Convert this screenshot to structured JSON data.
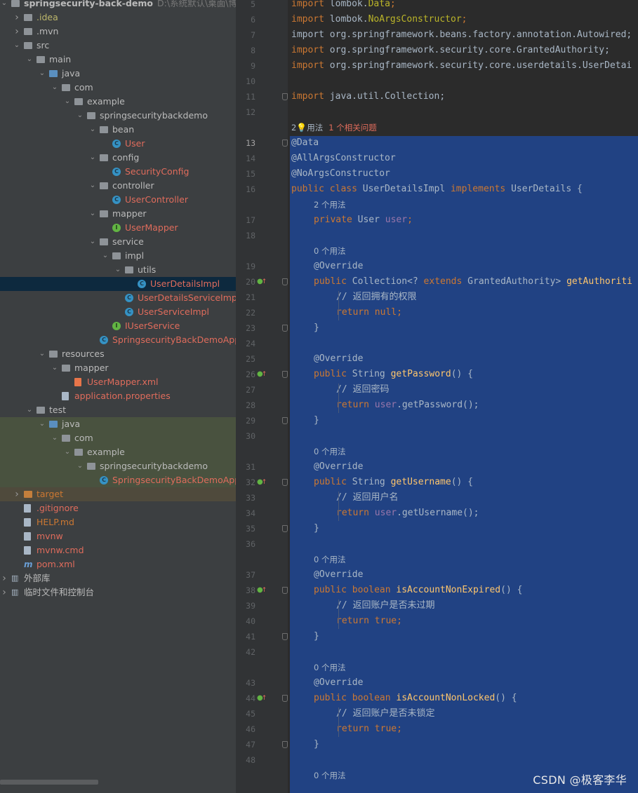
{
  "tree": {
    "items": [
      {
        "label": "springsecurity-back-demo",
        "path": "D:\\系统默认\\桌面\\博客代",
        "depth": 0,
        "arrow": "⌄",
        "icon": "folder",
        "color": "def",
        "bold": true
      },
      {
        "label": ".idea",
        "depth": 1,
        "arrow": "›",
        "icon": "folder",
        "color": "yellow"
      },
      {
        "label": ".mvn",
        "depth": 1,
        "arrow": "›",
        "icon": "folder",
        "color": "def"
      },
      {
        "label": "src",
        "depth": 1,
        "arrow": "⌄",
        "icon": "folder",
        "color": "def"
      },
      {
        "label": "main",
        "depth": 2,
        "arrow": "⌄",
        "icon": "folder",
        "color": "def"
      },
      {
        "label": "java",
        "depth": 3,
        "arrow": "⌄",
        "icon": "folder-blue",
        "color": "def"
      },
      {
        "label": "com",
        "depth": 4,
        "arrow": "⌄",
        "icon": "folder",
        "color": "def"
      },
      {
        "label": "example",
        "depth": 5,
        "arrow": "⌄",
        "icon": "folder",
        "color": "def"
      },
      {
        "label": "springsecuritybackdemo",
        "depth": 6,
        "arrow": "⌄",
        "icon": "folder",
        "color": "def"
      },
      {
        "label": "bean",
        "depth": 7,
        "arrow": "⌄",
        "icon": "folder",
        "color": "def"
      },
      {
        "label": "User",
        "depth": 8,
        "arrow": "",
        "icon": "class",
        "color": "red"
      },
      {
        "label": "config",
        "depth": 7,
        "arrow": "⌄",
        "icon": "folder",
        "color": "def"
      },
      {
        "label": "SecurityConfig",
        "depth": 8,
        "arrow": "",
        "icon": "class",
        "color": "red"
      },
      {
        "label": "controller",
        "depth": 7,
        "arrow": "⌄",
        "icon": "folder",
        "color": "def"
      },
      {
        "label": "UserController",
        "depth": 8,
        "arrow": "",
        "icon": "class",
        "color": "red"
      },
      {
        "label": "mapper",
        "depth": 7,
        "arrow": "⌄",
        "icon": "folder",
        "color": "def"
      },
      {
        "label": "UserMapper",
        "depth": 8,
        "arrow": "",
        "icon": "interface",
        "color": "red"
      },
      {
        "label": "service",
        "depth": 7,
        "arrow": "⌄",
        "icon": "folder",
        "color": "def"
      },
      {
        "label": "impl",
        "depth": 8,
        "arrow": "⌄",
        "icon": "folder",
        "color": "def"
      },
      {
        "label": "utils",
        "depth": 9,
        "arrow": "⌄",
        "icon": "folder",
        "color": "def"
      },
      {
        "label": "UserDetailsImpl",
        "depth": 10,
        "arrow": "",
        "icon": "class",
        "color": "red",
        "selected": true
      },
      {
        "label": "UserDetailsServiceImpl",
        "depth": 9,
        "arrow": "",
        "icon": "class",
        "color": "red"
      },
      {
        "label": "UserServiceImpl",
        "depth": 9,
        "arrow": "",
        "icon": "class",
        "color": "red"
      },
      {
        "label": "IUserService",
        "depth": 8,
        "arrow": "",
        "icon": "interface",
        "color": "red"
      },
      {
        "label": "SpringsecurityBackDemoAppli",
        "depth": 7,
        "arrow": "",
        "icon": "class",
        "color": "red"
      },
      {
        "label": "resources",
        "depth": 3,
        "arrow": "⌄",
        "icon": "folder-res",
        "color": "def"
      },
      {
        "label": "mapper",
        "depth": 4,
        "arrow": "⌄",
        "icon": "folder",
        "color": "def"
      },
      {
        "label": "UserMapper.xml",
        "depth": 5,
        "arrow": "",
        "icon": "xml",
        "color": "red"
      },
      {
        "label": "application.properties",
        "depth": 4,
        "arrow": "",
        "icon": "file",
        "color": "red"
      },
      {
        "label": "test",
        "depth": 2,
        "arrow": "⌄",
        "icon": "folder",
        "color": "def"
      },
      {
        "label": "java",
        "depth": 3,
        "arrow": "⌄",
        "icon": "folder-blue",
        "color": "def",
        "bg": "green"
      },
      {
        "label": "com",
        "depth": 4,
        "arrow": "⌄",
        "icon": "folder",
        "color": "def",
        "bg": "green"
      },
      {
        "label": "example",
        "depth": 5,
        "arrow": "⌄",
        "icon": "folder",
        "color": "def",
        "bg": "green"
      },
      {
        "label": "springsecuritybackdemo",
        "depth": 6,
        "arrow": "⌄",
        "icon": "folder",
        "color": "def",
        "bg": "green"
      },
      {
        "label": "SpringsecurityBackDemoAppli",
        "depth": 7,
        "arrow": "",
        "icon": "class",
        "color": "red",
        "bg": "green"
      },
      {
        "label": "target",
        "depth": 1,
        "arrow": "›",
        "icon": "folder-orange",
        "color": "orange",
        "bg": "olive"
      },
      {
        "label": ".gitignore",
        "depth": 1,
        "arrow": "",
        "icon": "file",
        "color": "red"
      },
      {
        "label": "HELP.md",
        "depth": 1,
        "arrow": "",
        "icon": "file",
        "color": "orange"
      },
      {
        "label": "mvnw",
        "depth": 1,
        "arrow": "",
        "icon": "file",
        "color": "red"
      },
      {
        "label": "mvnw.cmd",
        "depth": 1,
        "arrow": "",
        "icon": "file",
        "color": "red"
      },
      {
        "label": "pom.xml",
        "depth": 1,
        "arrow": "",
        "icon": "maven",
        "color": "red"
      },
      {
        "label": "外部库",
        "depth": 0,
        "arrow": "›",
        "icon": "library",
        "color": "def"
      },
      {
        "label": "临时文件和控制台",
        "depth": 0,
        "arrow": "›",
        "icon": "library",
        "color": "def"
      }
    ]
  },
  "editor": {
    "line_numbers": [
      "5",
      "6",
      "7",
      "8",
      "9",
      "10",
      "11",
      "12",
      "13",
      "14",
      "15",
      "16",
      "17",
      "18",
      "19",
      "20",
      "21",
      "22",
      "23",
      "24",
      "25",
      "26",
      "27",
      "28",
      "29",
      "30",
      "31",
      "32",
      "33",
      "34",
      "35",
      "36",
      "37",
      "38",
      "39",
      "40",
      "41",
      "42",
      "43",
      "44",
      "45",
      "46",
      "47",
      "48"
    ],
    "current_line": "13",
    "hints": {
      "class_usage": "2",
      "class_usage_suffix": "用法",
      "class_issue": "1 个相关问题",
      "user_field": "2 个用法",
      "zero_usage": "0 个用法"
    },
    "code": {
      "l5": [
        "import",
        " lombok.",
        "Data",
        ";"
      ],
      "l6": [
        "import",
        " lombok.",
        "NoArgsConstructor",
        ";"
      ],
      "l7": "import org.springframework.beans.factory.annotation.Autowired;",
      "l8": [
        "import",
        " org.springframework.security.core.GrantedAuthority;"
      ],
      "l9": [
        "import",
        " org.springframework.security.core.userdetails.UserDetai"
      ],
      "l11": [
        "import",
        " java.util.Collection;"
      ],
      "l13": "@Data",
      "l14": "@AllArgsConstructor",
      "l15": "@NoArgsConstructor",
      "l16": [
        "public class",
        " UserDetailsImpl ",
        "implements",
        " UserDetails {"
      ],
      "l17": [
        "private",
        " User ",
        "user",
        ";"
      ],
      "override": "@Override",
      "l20": [
        "public",
        " Collection<? ",
        "extends",
        " GrantedAuthority> ",
        "getAuthoriti"
      ],
      "l21": "// 返回拥有的权限",
      "l22": [
        "return null",
        ";"
      ],
      "close": "}",
      "l26": [
        "public",
        " String ",
        "getPassword",
        "() {"
      ],
      "l27": "// 返回密码",
      "l28": [
        "return",
        " user",
        ".getPassword();"
      ],
      "l32": [
        "public",
        " String ",
        "getUsername",
        "() {"
      ],
      "l33": "// 返回用户名",
      "l34": [
        "return",
        " user",
        ".getUsername();"
      ],
      "l38": [
        "public boolean",
        " ",
        "isAccountNonExpired",
        "() {"
      ],
      "l39": "// 返回账户是否未过期",
      "l40": [
        "return true",
        ";"
      ],
      "l44": [
        "public boolean",
        " ",
        "isAccountNonLocked",
        "() {"
      ],
      "l45": "// 返回账户是否未锁定",
      "l46": [
        "return true",
        ";"
      ]
    }
  },
  "watermark": "CSDN @极客李华"
}
